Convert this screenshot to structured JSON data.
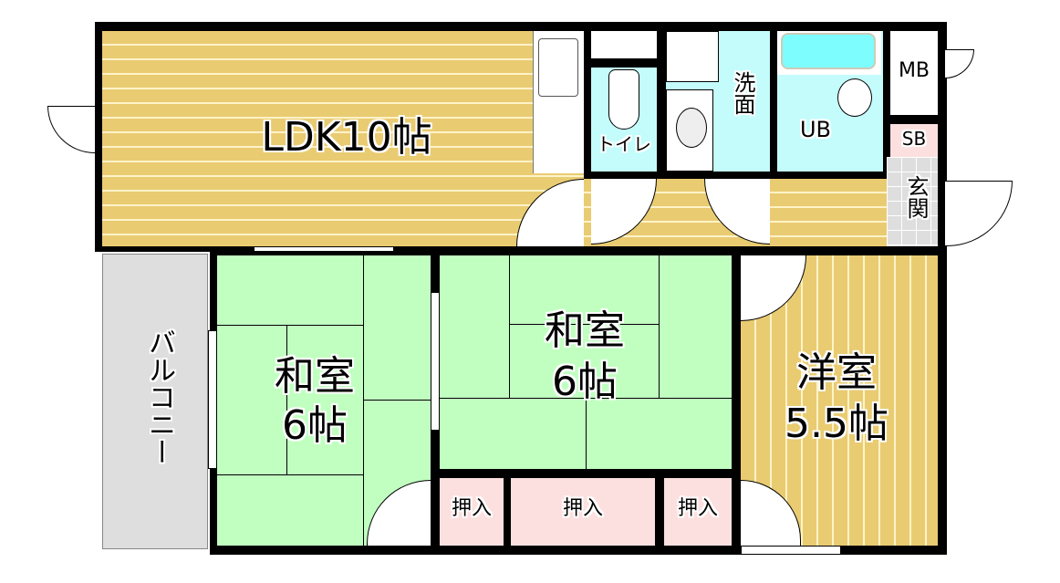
{
  "floorplan": {
    "rooms": {
      "ldk": {
        "name": "LDK",
        "size": "10帖",
        "label": "LDK10帖"
      },
      "washitsu1": {
        "name": "和室",
        "size": "6帖"
      },
      "washitsu2": {
        "name": "和室",
        "size": "6帖"
      },
      "youshitsu": {
        "name": "洋室",
        "size": "5.5帖"
      },
      "balcony": {
        "name": "バルコニー"
      },
      "toilet": {
        "name": "トイレ"
      },
      "senmen": {
        "name": "洗面"
      },
      "ub": {
        "name": "UB"
      },
      "mb": {
        "name": "MB"
      },
      "sb": {
        "name": "SB"
      },
      "genkan": {
        "name": "玄関"
      },
      "closet1": {
        "name": "押入"
      },
      "closet2": {
        "name": "押入"
      },
      "closet3": {
        "name": "押入"
      }
    },
    "colors": {
      "wood": "#E9CB72",
      "tatami": "#C1FFC1",
      "water": "#C4FCFC",
      "balcony": "#DEDEDE",
      "closet": "#FCE0E0",
      "wall": "#000000"
    }
  }
}
